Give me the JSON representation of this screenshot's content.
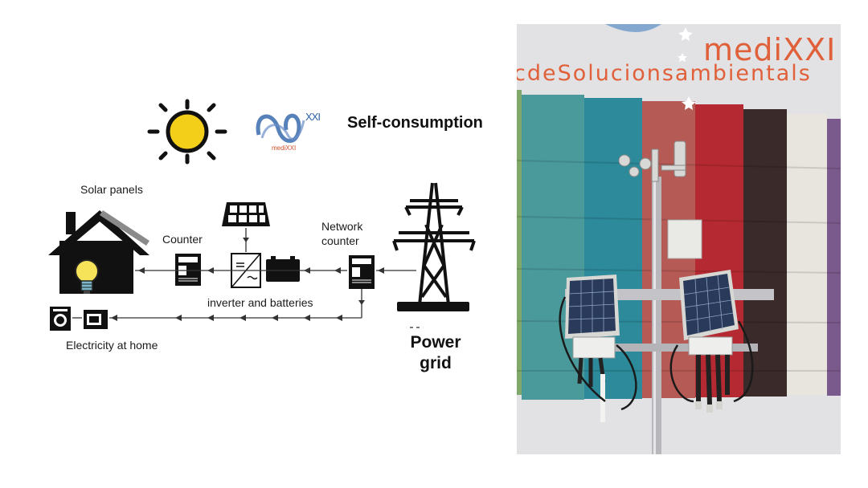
{
  "diagram": {
    "title": "Self-consumption",
    "logo_name": "mediXXI",
    "logo_suffix": "XXI",
    "labels": {
      "solar_panels": "Solar panels",
      "counter": "Counter",
      "network_counter_line1": "Network",
      "network_counter_line2": "counter",
      "inverter_batteries": "inverter and batteries",
      "electricity_home": "Electricity at home",
      "power_grid_line1": "Power",
      "power_grid_line2": "grid"
    },
    "icons": [
      "sun-icon",
      "house-icon",
      "light-bulb-icon",
      "solar-panel-icon",
      "meter-icon",
      "inverter-icon",
      "battery-icon",
      "power-tower-icon",
      "washing-machine-icon",
      "microwave-icon"
    ]
  },
  "photo": {
    "wall_text_brand": "mediXXI",
    "wall_text_tagline": "cdeSolucionsambientals",
    "colors": {
      "accent": "#e0603a",
      "stripes": [
        "#4a9a9c",
        "#2c8a9a",
        "#b65a55",
        "#b52a32",
        "#3a2a2a",
        "#e8e4de",
        "#7a5a8c"
      ]
    }
  }
}
